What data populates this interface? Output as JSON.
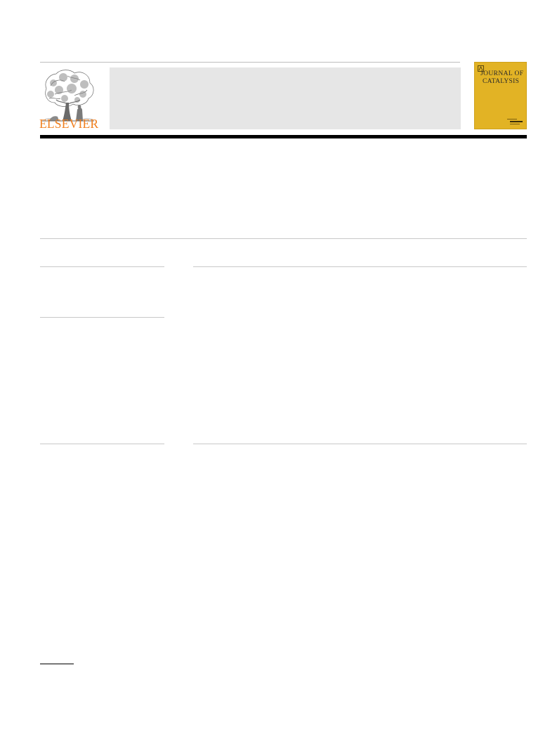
{
  "publisher": {
    "name": "ELSEVIER",
    "brand_color": "#f07f1e"
  },
  "journal_cover": {
    "title_line1": "JOURNAL OF",
    "title_line2": "CATALYSIS",
    "cover_color": "#e2b325"
  },
  "header_banner": {
    "background_color": "#e6e6e6"
  },
  "icons": {
    "publisher_logo": "elsevier-tree-logo-icon",
    "cover_emblem": "journal-emblem-icon"
  }
}
